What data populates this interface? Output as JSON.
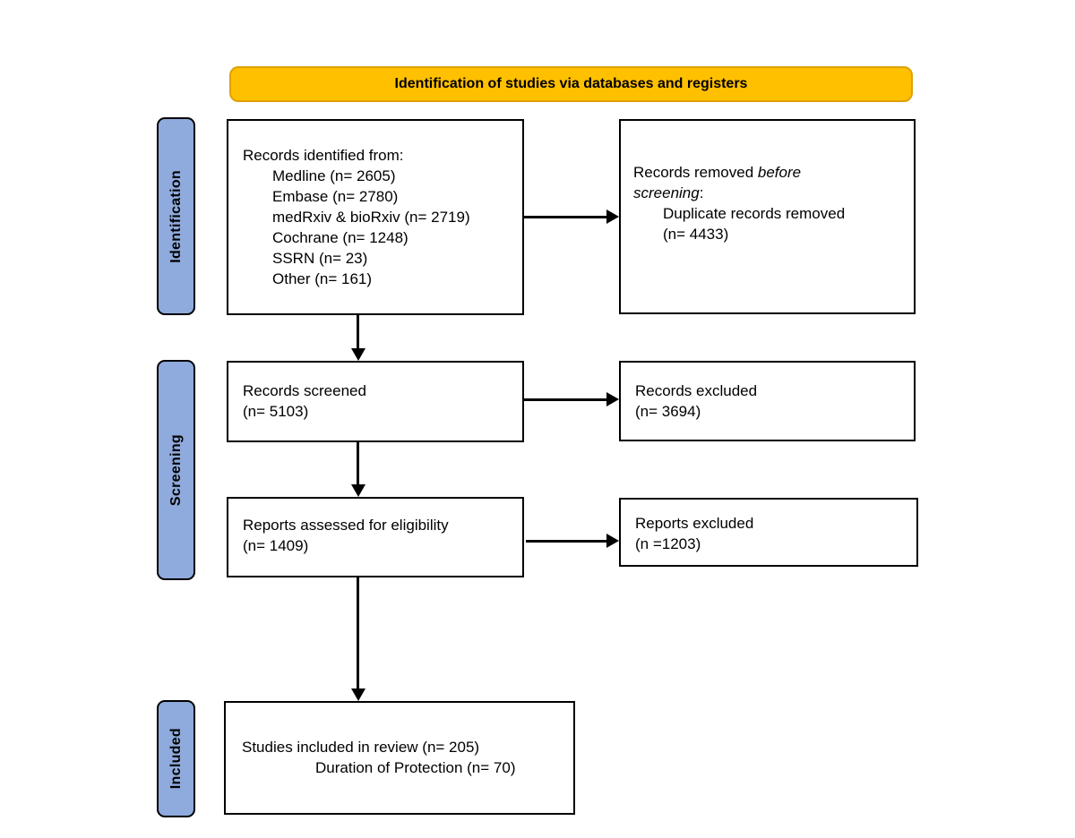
{
  "banner": {
    "title": "Identification of studies via databases and registers",
    "fill_color": "#FFC000",
    "border_color": "#DFA108"
  },
  "sidebar": {
    "fill_color": "#8FAADC",
    "stages": [
      {
        "label": "Identification"
      },
      {
        "label": "Screening"
      },
      {
        "label": "Included"
      }
    ]
  },
  "boxes": {
    "identified": {
      "title": "Records identified from:",
      "items": [
        "Medline (n= 2605)",
        "Embase (n= 2780)",
        "medRxiv & bioRxiv (n= 2719)",
        "Cochrane (n= 1248)",
        "SSRN (n= 23)",
        "Other (n= 161)"
      ]
    },
    "removed": {
      "line1_normal": "Records removed ",
      "line1_italic": "before",
      "line2_italic": "screening",
      "line2_normal": ":",
      "items": [
        "Duplicate records removed",
        "(n= 4433)"
      ]
    },
    "screened": {
      "lines": [
        "Records screened",
        "(n= 5103)"
      ]
    },
    "records_excluded": {
      "lines": [
        "Records excluded",
        "(n= 3694)"
      ]
    },
    "assessed": {
      "lines": [
        "Reports assessed for eligibility",
        "(n= 1409)"
      ]
    },
    "reports_excluded": {
      "lines": [
        "Reports excluded",
        "(n =1203)"
      ]
    },
    "included": {
      "lines": [
        "Studies included in review (n= 205)",
        "Duration of Protection (n= 70)"
      ]
    }
  }
}
